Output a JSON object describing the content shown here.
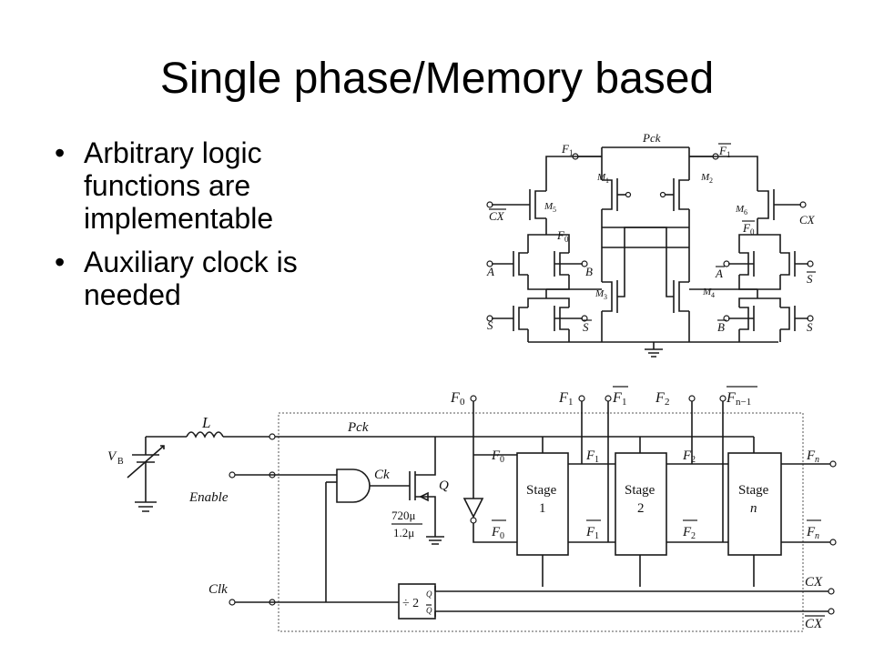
{
  "slide": {
    "title": "Single phase/Memory based",
    "bullet_symbol": "•",
    "bullets": [
      "Arbitrary logic functions are implementable",
      "Auxiliary clock is needed"
    ]
  },
  "top_circuit": {
    "labels": {
      "pck": "Pck",
      "f1": "F",
      "f1_sub": "1",
      "f1bar": "F",
      "f1bar_sub": "1",
      "m1": "M",
      "m1_sub": "1",
      "m2": "M",
      "m2_sub": "2",
      "m3": "M",
      "m3_sub": "3",
      "m4": "M",
      "m4_sub": "4",
      "m5": "M",
      "m5_sub": "5",
      "m6": "M",
      "m6_sub": "6",
      "cx": "CX",
      "cxbar": "CX",
      "f0": "F",
      "f0_sub": "0",
      "f0bar": "F",
      "f0bar_sub": "0",
      "a": "A",
      "abar": "A",
      "b": "B",
      "bbar": "B",
      "s": "S",
      "sbar": "S",
      "s_right": "S",
      "s_right2": "S"
    }
  },
  "bottom_circuit": {
    "labels": {
      "f0": "F",
      "f0_sub": "0",
      "f1": "F",
      "f1_sub": "1",
      "f1bar": "F",
      "f1bar_sub": "1",
      "f2": "F",
      "f2_sub": "2",
      "fn1bar": "F",
      "fn1bar_sub": "n−1",
      "inductor": "L",
      "pck": "Pck",
      "vb": "V",
      "vb_sub": "B",
      "enable": "Enable",
      "ck": "Ck",
      "q": "Q",
      "w": "720μ",
      "l": "1.2μ",
      "clk": "Clk",
      "divider": "÷ 2",
      "div_q": "Q",
      "div_qbar": "Q",
      "stage1_name": "Stage",
      "stage1_num": "1",
      "stage2_name": "Stage",
      "stage2_num": "2",
      "stagen_name": "Stage",
      "stagen_num": "n",
      "in_f0": "F",
      "in_f0_sub": "0",
      "in_f0bar": "F",
      "in_f0bar_sub": "0",
      "in_f1": "F",
      "in_f1_sub": "1",
      "in_f1bar": "F",
      "in_f1bar_sub": "1",
      "in_f2": "F",
      "in_f2_sub": "2",
      "in_f2bar": "F",
      "in_f2bar_sub": "2",
      "out_fn": "F",
      "out_fn_sub": "n",
      "out_fnbar": "F",
      "out_fnbar_sub": "n",
      "out_cx": "CX",
      "out_cxbar": "CX"
    }
  }
}
